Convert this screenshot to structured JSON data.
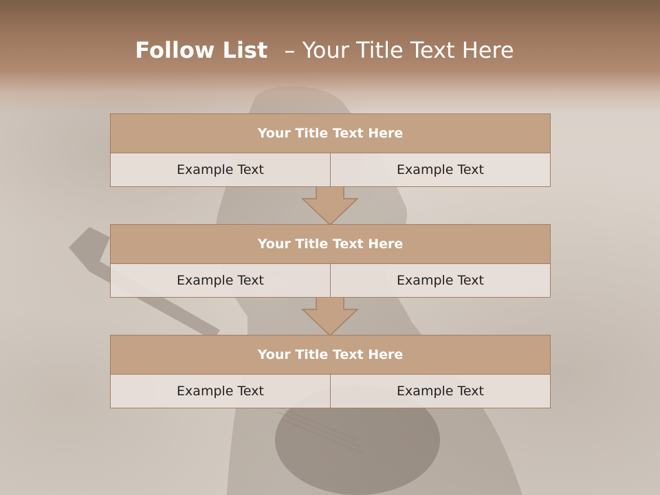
{
  "slide": {
    "title_bold": "Follow List",
    "title_separator": "–",
    "title_rest": "Your Title Text Here"
  },
  "blocks": [
    {
      "title": "Your Title Text Here",
      "left": "Example Text",
      "right": "Example Text"
    },
    {
      "title": "Your Title Text Here",
      "left": "Example Text",
      "right": "Example Text"
    },
    {
      "title": "Your Title Text Here",
      "left": "Example Text",
      "right": "Example Text"
    }
  ],
  "colors": {
    "header_brown": "#a07a60",
    "block_fill": "#c4a286",
    "block_border": "#a37e62",
    "cell_fill": "#e8e0da"
  }
}
